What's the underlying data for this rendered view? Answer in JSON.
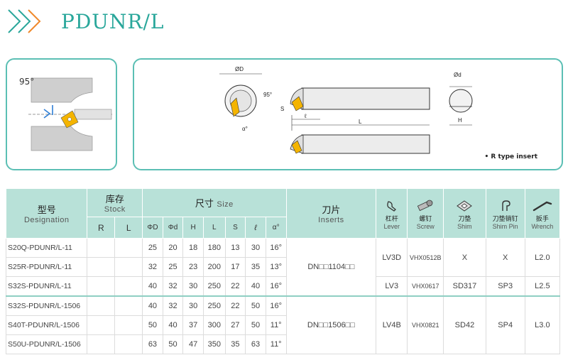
{
  "page": {
    "title": "PDUNR/L"
  },
  "diagram": {
    "left_angle": "95°",
    "right_labels": {
      "phiD": "ØD",
      "phid": "Ød",
      "angle": "95°",
      "s": "S",
      "l": "ℓ",
      "L": "L",
      "H": "H",
      "alpha": "α°"
    },
    "note": "• R type insert"
  },
  "table": {
    "designation": {
      "cn": "型号",
      "en": "Designation"
    },
    "stock": {
      "cn": "库存",
      "en": "Stock",
      "cols": [
        "R",
        "L"
      ]
    },
    "size": {
      "cn": "尺寸",
      "en": "Size",
      "cols": [
        "ΦD",
        "Φd",
        "H",
        "L",
        "S",
        "ℓ",
        "α°"
      ]
    },
    "inserts": {
      "cn": "刀片",
      "en": "Inserts"
    },
    "lever": {
      "cn": "杠杆",
      "en": "Lever",
      "icon": "lever-icon"
    },
    "screw": {
      "cn": "螺钉",
      "en": "Screw",
      "icon": "screw-icon"
    },
    "shim": {
      "cn": "刀垫",
      "en": "Shim",
      "icon": "shim-icon"
    },
    "shimpin": {
      "cn": "刀垫销钉",
      "en": "Shim Pin",
      "icon": "shim-pin-icon"
    },
    "wrench": {
      "cn": "扳手",
      "en": "Wrench",
      "icon": "wrench-icon"
    },
    "rows": [
      {
        "designation": "S20Q-PDUNR/L-11",
        "D": "25",
        "d": "20",
        "H": "18",
        "L": "180",
        "S": "13",
        "l": "30",
        "a": "16°"
      },
      {
        "designation": "S25R-PDUNR/L-11",
        "D": "32",
        "d": "25",
        "H": "23",
        "L": "200",
        "S": "17",
        "l": "35",
        "a": "13°"
      },
      {
        "designation": "S32S-PDUNR/L-11",
        "D": "40",
        "d": "32",
        "H": "30",
        "L": "250",
        "S": "22",
        "l": "40",
        "a": "16°"
      },
      {
        "designation": "S32S-PDUNR/L-1506",
        "D": "40",
        "d": "32",
        "H": "30",
        "L": "250",
        "S": "22",
        "l": "50",
        "a": "16°"
      },
      {
        "designation": "S40T-PDUNR/L-1506",
        "D": "50",
        "d": "40",
        "H": "37",
        "L": "300",
        "S": "27",
        "l": "50",
        "a": "11°"
      },
      {
        "designation": "S50U-PDUNR/L-1506",
        "D": "63",
        "d": "50",
        "H": "47",
        "L": "350",
        "S": "35",
        "l": "63",
        "a": "11°"
      }
    ],
    "group1": {
      "insert": "DN□□1104□□",
      "parts_a": {
        "lever": "LV3D",
        "screw": "VHX0512B",
        "shim": "X",
        "shimpin": "X",
        "wrench": "L2.0"
      },
      "parts_b": {
        "lever": "LV3",
        "screw": "VHX0617",
        "shim": "SD317",
        "shimpin": "SP3",
        "wrench": "L2.5"
      }
    },
    "group2": {
      "insert": "DN□□1506□□",
      "parts": {
        "lever": "LV4B",
        "screw": "VHX0821",
        "shim": "SD42",
        "shimpin": "SP4",
        "wrench": "L3.0"
      }
    }
  }
}
